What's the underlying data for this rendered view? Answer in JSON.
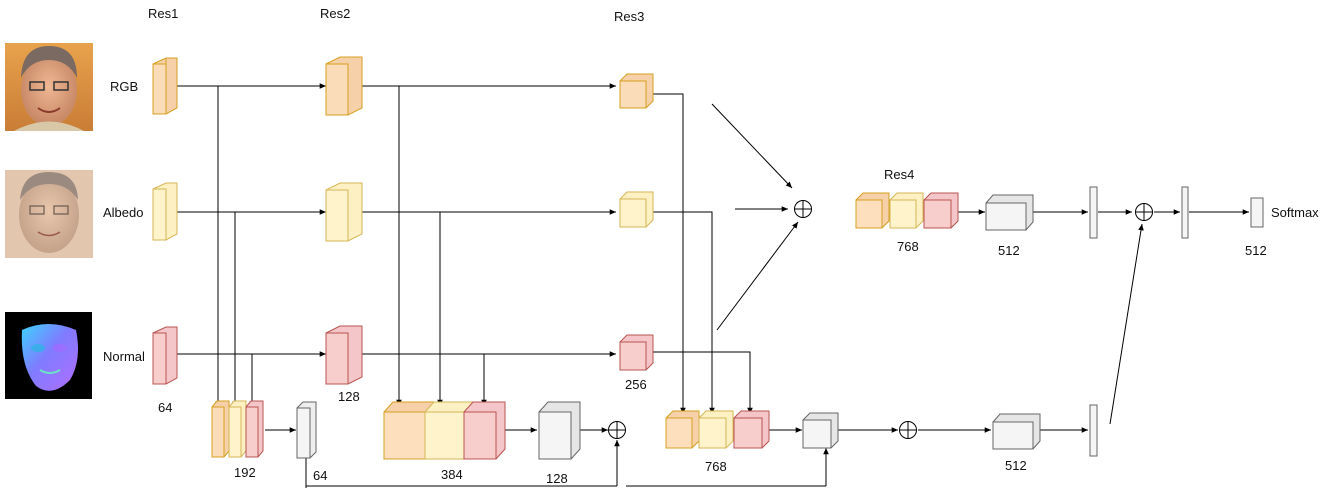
{
  "stage_headers": {
    "res1": "Res1",
    "res2": "Res2",
    "res3": "Res3",
    "res4": "Res4"
  },
  "inputs": {
    "rgb": "RGB",
    "albedo": "Albedo",
    "normal": "Normal"
  },
  "input_images": {
    "rgb": "face photo (rgb input)",
    "albedo": "face albedo map",
    "normal": "face normal map"
  },
  "channel_labels": {
    "normal_res1": "64",
    "normal_res2": "128",
    "normal_res3": "256",
    "fuse1_concat": "192",
    "fuse1_conv": "64",
    "fuse2_concat": "384",
    "fuse2_conv": "128",
    "fuse3_concat": "768",
    "top_concat": "768",
    "top_conv": "512",
    "bottom_conv": "512",
    "output": "512"
  },
  "output_label": "Softmax",
  "colors": {
    "rgb_block": "#f5d0a8",
    "rgb_stroke": "#d6a021",
    "albedo_block": "#fdf0c2",
    "albedo_stroke": "#d6b656",
    "normal_block": "#f5c6c9",
    "normal_stroke": "#b85450",
    "gray_block": "#eeeeee",
    "gray_stroke": "#666666"
  }
}
